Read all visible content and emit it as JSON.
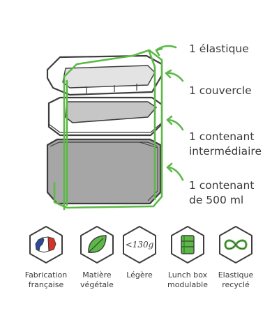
{
  "callouts": [
    {
      "id": "elastic",
      "lines": [
        "1 élastique"
      ]
    },
    {
      "id": "lid",
      "lines": [
        "1 couvercle"
      ]
    },
    {
      "id": "middle-container",
      "lines": [
        "1 contenant",
        "intermédiaire"
      ]
    },
    {
      "id": "bottom-container",
      "lines": [
        "1 contenant",
        "de 500 ml"
      ]
    }
  ],
  "features": [
    {
      "icon": "french-flag-icon",
      "lines": [
        "Fabrication",
        "française"
      ]
    },
    {
      "icon": "leaf-icon",
      "lines": [
        "Matière",
        "végétale"
      ]
    },
    {
      "icon": "weight-label-icon",
      "badge_text": "<130g",
      "lines": [
        "Légère"
      ]
    },
    {
      "icon": "stacked-box-icon",
      "lines": [
        "Lunch box",
        "modulable"
      ]
    },
    {
      "icon": "infinity-elastic-icon",
      "lines": [
        "Elastique",
        "recyclé"
      ]
    }
  ],
  "colors": {
    "accent_green": "#5cb946",
    "outline": "#3d3d3d",
    "body_gray": "#a6a6a6",
    "badge_bg": "#ffffff",
    "flag_blue": "#2a4a9a",
    "flag_red": "#d8312a"
  }
}
